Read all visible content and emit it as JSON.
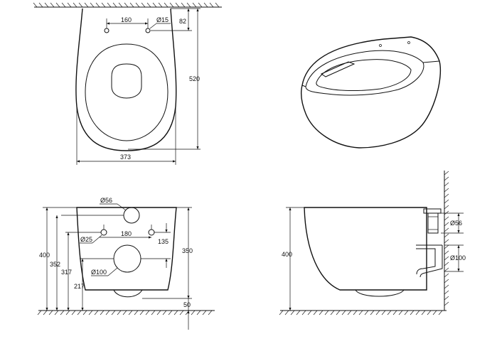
{
  "diagram": {
    "top_view": {
      "dim_hole_spacing": "160",
      "dim_hole_diameter": "Ø15",
      "dim_hole_offset": "82",
      "dim_length": "520",
      "dim_width": "373"
    },
    "front_view": {
      "dim_inlet_diameter": "Ø56",
      "dim_bolt_diameter": "Ø25",
      "dim_bolt_spacing": "180",
      "dim_bolt_to_outlet": "135",
      "dim_outlet_diameter": "Ø100",
      "dim_total_height": "400",
      "dim_inlet_height": "352",
      "dim_bolt_height": "317",
      "dim_outlet_height": "217",
      "dim_body_height": "350",
      "dim_base_gap": "50"
    },
    "side_view": {
      "dim_height": "400",
      "dim_inlet_diameter": "Ø56",
      "dim_outlet_diameter": "Ø100"
    }
  }
}
